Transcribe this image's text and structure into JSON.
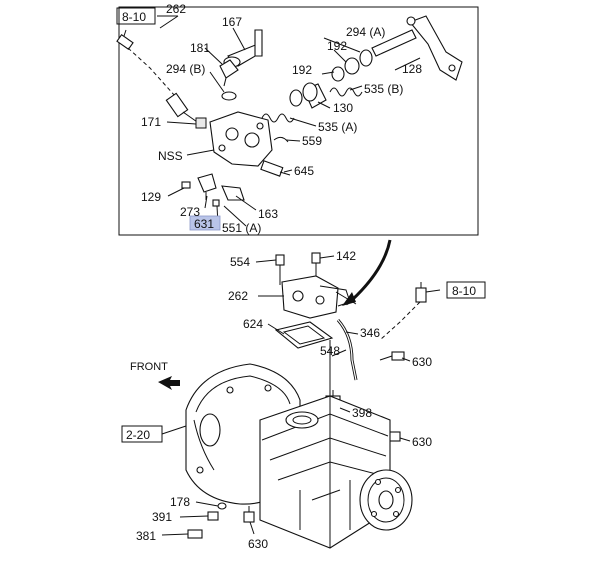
{
  "labels": {
    "ref_8_10_top": "8-10",
    "c262_top": "262",
    "c167": "167",
    "c181": "181",
    "c294a": "294 (A)",
    "c192a": "192",
    "c294b": "294 (B)",
    "c192b": "192",
    "c128": "128",
    "c130": "130",
    "c535b": "535 (B)",
    "c171": "171",
    "c535a": "535 (A)",
    "c559": "559",
    "nss": "NSS",
    "c645": "645",
    "c129": "129",
    "c273": "273",
    "c163": "163",
    "c631": "631",
    "c551a": "551 (A)",
    "c554": "554",
    "c142": "142",
    "c262_mid": "262",
    "ref_8_10_right": "8-10",
    "c624": "624",
    "c346": "346",
    "c548": "548",
    "c630_a": "630",
    "front": "FRONT",
    "c398": "398",
    "ref_2_20": "2-20",
    "c630_b": "630",
    "c178": "178",
    "c391": "391",
    "c381": "381",
    "c630_c": "630"
  },
  "colors": {
    "line": "#111111",
    "highlight": "#b9c4e8",
    "background": "#ffffff"
  }
}
